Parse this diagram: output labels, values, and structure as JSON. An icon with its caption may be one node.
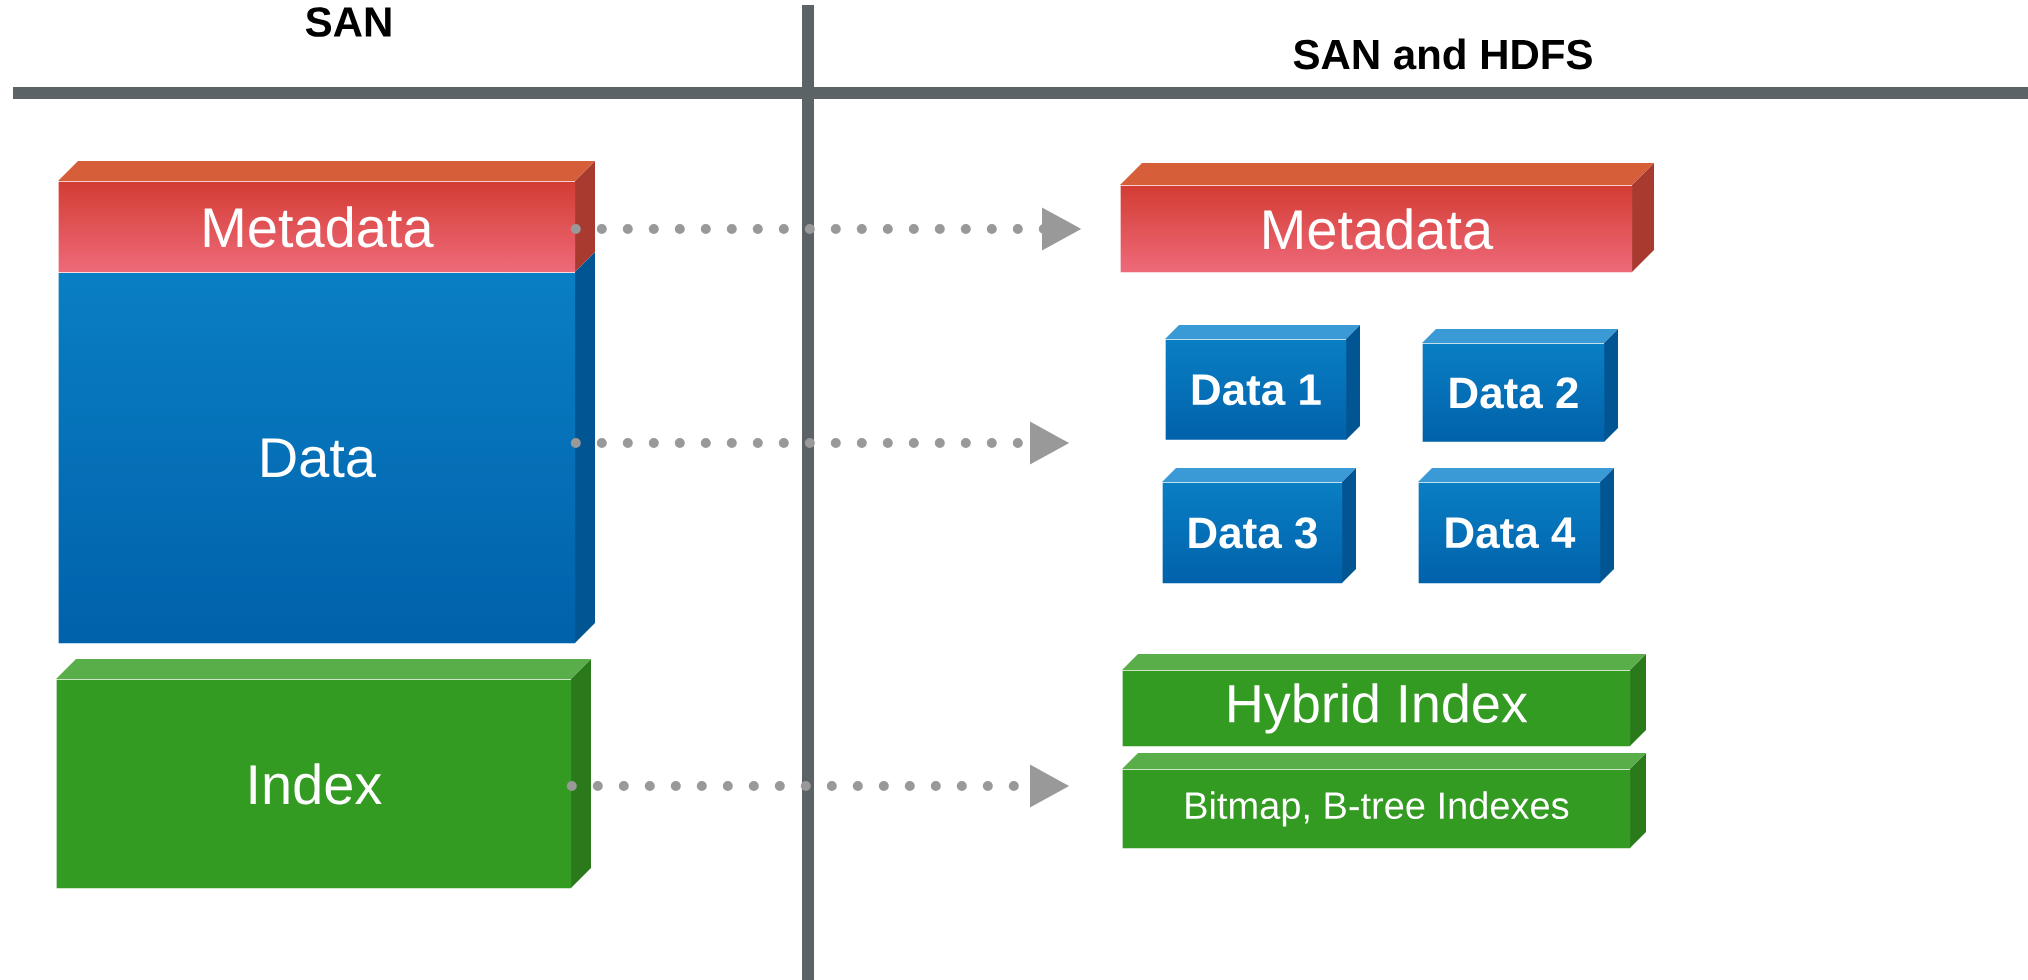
{
  "diagram": {
    "nodes": [
      {
        "text": [
          "Metadata"
        ]
      },
      {
        "text": [
          "Data"
        ]
      },
      {
        "text": [
          "Index"
        ]
      },
      {
        "text": [
          "Metadata"
        ]
      },
      {
        "text": [
          "Data 1"
        ]
      },
      {
        "text": [
          "Data 2"
        ]
      },
      {
        "text": [
          "Data 3"
        ]
      },
      {
        "text": [
          "Data 4"
        ]
      },
      {
        "text": [
          "Hybrid Index"
        ]
      },
      {
        "text": [
          "Bitmap, B-tree Indexes"
        ]
      }
    ],
    "edges": [
      {
        "from": 0,
        "to": 3,
        "arrow": "to"
      },
      {
        "from": 1,
        "to": null,
        "arrow": "to"
      },
      {
        "from": 2,
        "to": null,
        "arrow": "to"
      }
    ],
    "labels": [
      "SAN",
      "SAN and HDFS"
    ]
  }
}
